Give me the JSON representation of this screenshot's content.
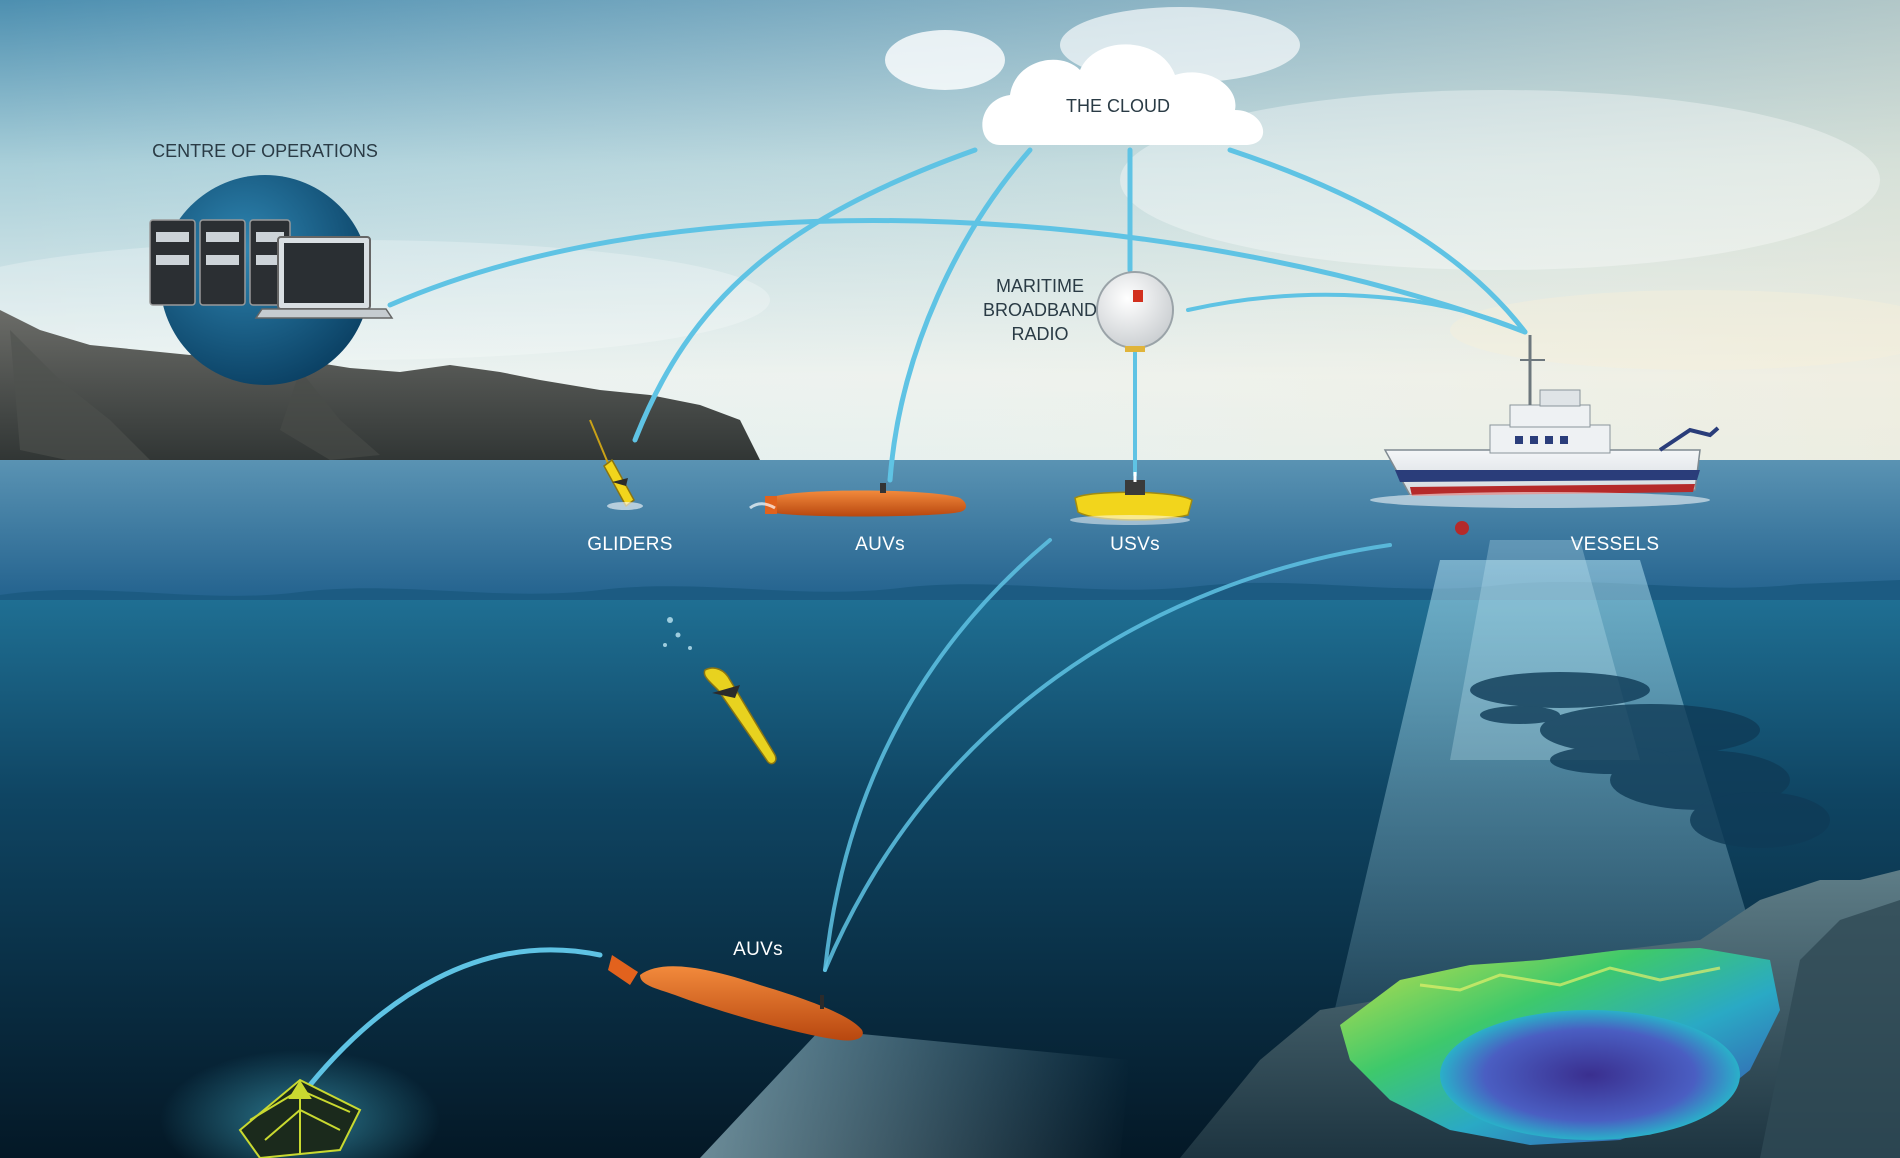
{
  "labels": {
    "cloud": "THE CLOUD",
    "centre": "CENTRE OF OPERATIONS",
    "radio_line1": "MARITIME",
    "radio_line2": "BROADBAND",
    "radio_line3": "RADIO",
    "gliders": "GLIDERS",
    "auvs_surface": "AUVs",
    "usvs": "USVs",
    "vessels": "VESSELS",
    "auvs_underwater": "AUVs"
  },
  "icons": {
    "cloud": "cloud-icon",
    "servers": "server-rack-icon",
    "laptop": "laptop-icon",
    "radio": "radio-dome-icon",
    "glider": "glider-icon",
    "auv": "auv-icon",
    "usv": "usv-icon",
    "vessel": "ship-icon",
    "seabed_station": "seabed-lander-icon",
    "fish": "fish-school-icon",
    "bathymetry": "seafloor-map-icon"
  },
  "colors": {
    "link": "#5fc3e4",
    "sky_top": "#4f93b3",
    "sea_surface": "#2a6f9a",
    "deep_sea": "#061b2e",
    "auv_orange": "#e2621d",
    "usv_yellow": "#f2d51c"
  }
}
